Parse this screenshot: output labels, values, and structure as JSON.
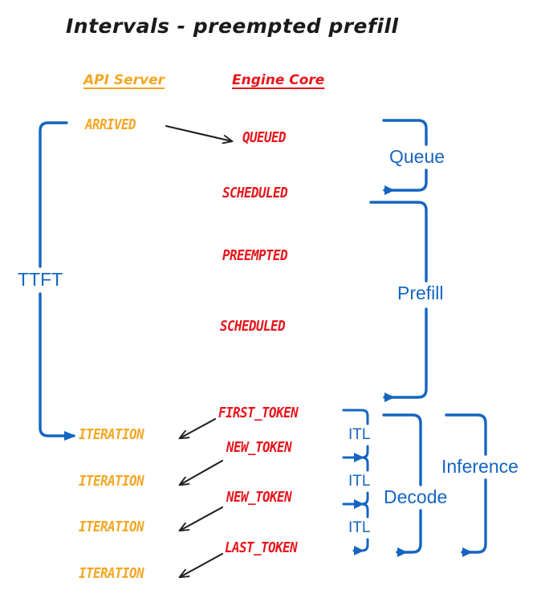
{
  "diagram": {
    "title": "Intervals - preempted prefill",
    "colors": {
      "api_server": "#F5A623",
      "engine_core": "#E8151B",
      "interval_blue": "#1565C0",
      "transition_arrow": "#231F20",
      "background": "#FFFFFF"
    },
    "columns": [
      {
        "id": "api-server",
        "label": "API Server",
        "color": "#F5A623"
      },
      {
        "id": "engine-core",
        "label": "Engine Core",
        "color": "#E8151B"
      }
    ],
    "api_server_events": [
      {
        "id": "arrived",
        "label": "ARRIVED"
      },
      {
        "id": "iteration-1",
        "label": "ITERATION"
      },
      {
        "id": "iteration-2",
        "label": "ITERATION"
      },
      {
        "id": "iteration-3",
        "label": "ITERATION"
      },
      {
        "id": "iteration-4",
        "label": "ITERATION"
      }
    ],
    "engine_core_events": [
      {
        "id": "queued",
        "label": "QUEUED"
      },
      {
        "id": "scheduled-1",
        "label": "SCHEDULED"
      },
      {
        "id": "preempted",
        "label": "PREEMPTED"
      },
      {
        "id": "scheduled-2",
        "label": "SCHEDULED"
      },
      {
        "id": "first-token",
        "label": "FIRST_TOKEN"
      },
      {
        "id": "new-token-1",
        "label": "NEW_TOKEN"
      },
      {
        "id": "new-token-2",
        "label": "NEW_TOKEN"
      },
      {
        "id": "last-token",
        "label": "LAST_TOKEN"
      }
    ],
    "intervals": [
      {
        "id": "ttft",
        "label": "TTFT"
      },
      {
        "id": "queue",
        "label": "Queue"
      },
      {
        "id": "prefill",
        "label": "Prefill"
      },
      {
        "id": "itl-1",
        "label": "ITL"
      },
      {
        "id": "itl-2",
        "label": "ITL"
      },
      {
        "id": "itl-3",
        "label": "ITL"
      },
      {
        "id": "decode",
        "label": "Decode"
      },
      {
        "id": "inference",
        "label": "Inference"
      }
    ]
  }
}
